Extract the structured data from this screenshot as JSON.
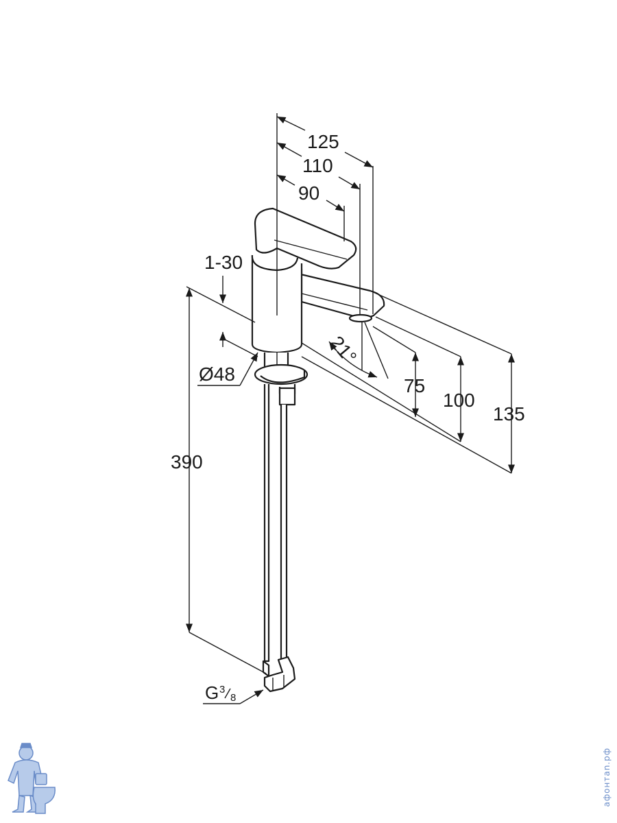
{
  "dimensions": {
    "d125": "125",
    "d110": "110",
    "d90": "90",
    "d1_30": "1-30",
    "d390": "390",
    "d48": "Ø48",
    "d21": "21°",
    "d75": "75",
    "d100": "100",
    "d135": "135",
    "thread_main": "G",
    "thread_num": "3",
    "thread_den": "8"
  },
  "watermark": {
    "site": "aфoнтan.рф",
    "logo_icon": "plumber-with-toilet-icon"
  },
  "colors": {
    "line": "#1a1a1a",
    "watermark": "#6a8cc8"
  }
}
